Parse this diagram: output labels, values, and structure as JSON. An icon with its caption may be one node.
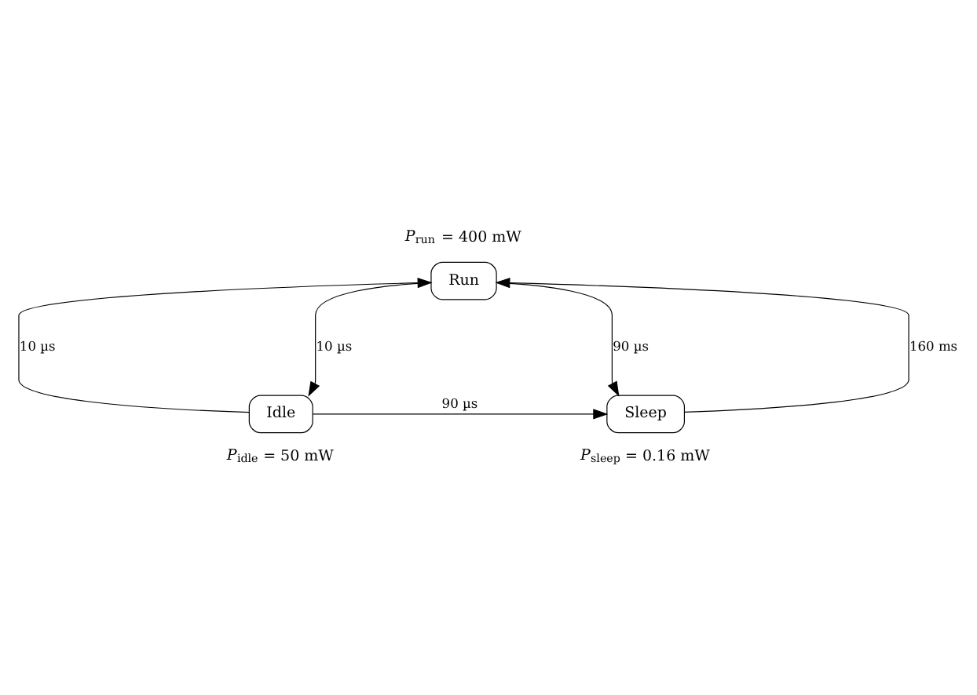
{
  "diagram": {
    "nodes": [
      {
        "text": [
          "Run"
        ],
        "beside": [
          "*P*$_{run}$ = 400 mW"
        ]
      },
      {
        "text": [
          "Idle"
        ],
        "beside": [
          "*P*$_{idle}$ = 50 mW"
        ]
      },
      {
        "text": [
          "Sleep"
        ],
        "beside": [
          "*P*$_{sleep}$ = 0.16 mW"
        ]
      }
    ],
    "edges": [
      {
        "from": 0,
        "to": 1,
        "arrow": "to",
        "label": "10 µs"
      },
      {
        "from": 1,
        "to": 0,
        "arrow": "to",
        "label": "10 µs"
      },
      {
        "from": 0,
        "to": 2,
        "arrow": "to",
        "label": "90 µs"
      },
      {
        "from": 2,
        "to": 0,
        "arrow": "to",
        "label": "160 ms"
      },
      {
        "from": 1,
        "to": 2,
        "arrow": "to",
        "label": "90 µs"
      }
    ]
  }
}
